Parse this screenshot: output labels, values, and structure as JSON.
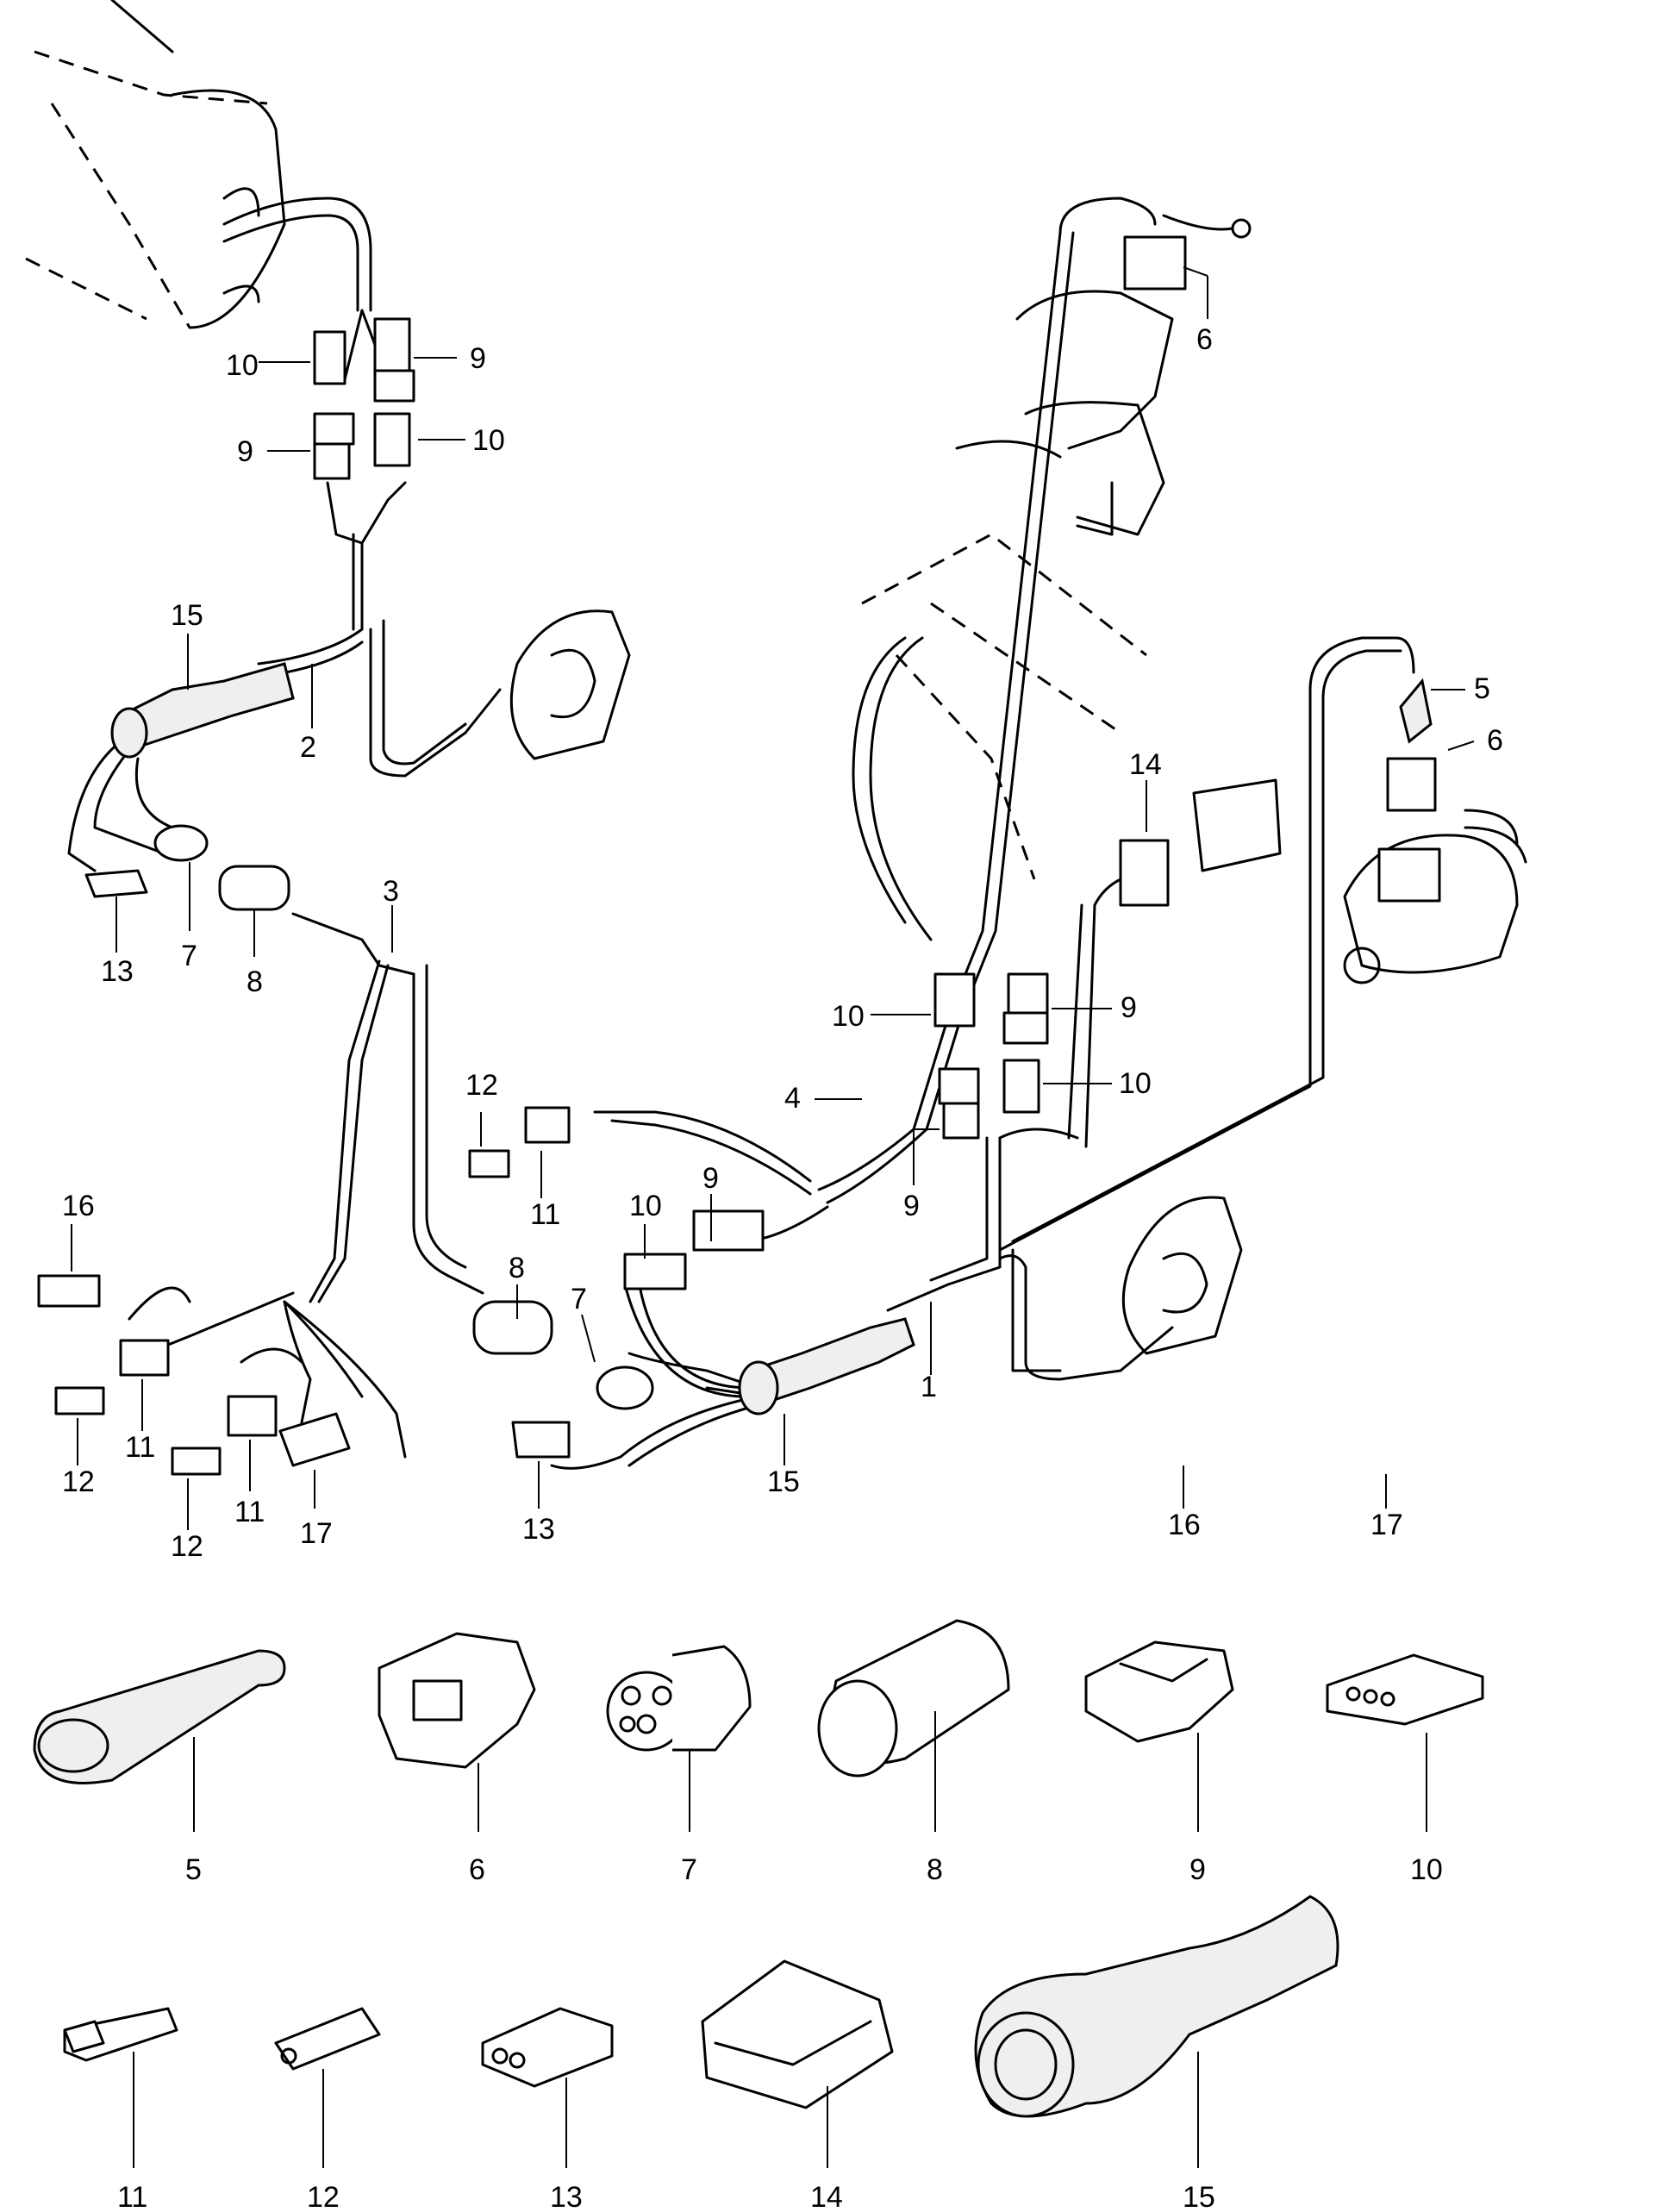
{
  "callouts": {
    "harness": [
      "1",
      "2",
      "3",
      "4"
    ],
    "connectors": [
      "5",
      "6",
      "7",
      "8",
      "9",
      "10",
      "11",
      "12",
      "13",
      "14",
      "15",
      "16",
      "17"
    ]
  },
  "parts_row_1": [
    "5",
    "6",
    "7",
    "8",
    "9",
    "10"
  ],
  "parts_row_2": [
    "11",
    "12",
    "13",
    "14",
    "15"
  ],
  "colors": {
    "line": "#000000",
    "background": "#ffffff",
    "stipple": "#efefef"
  }
}
